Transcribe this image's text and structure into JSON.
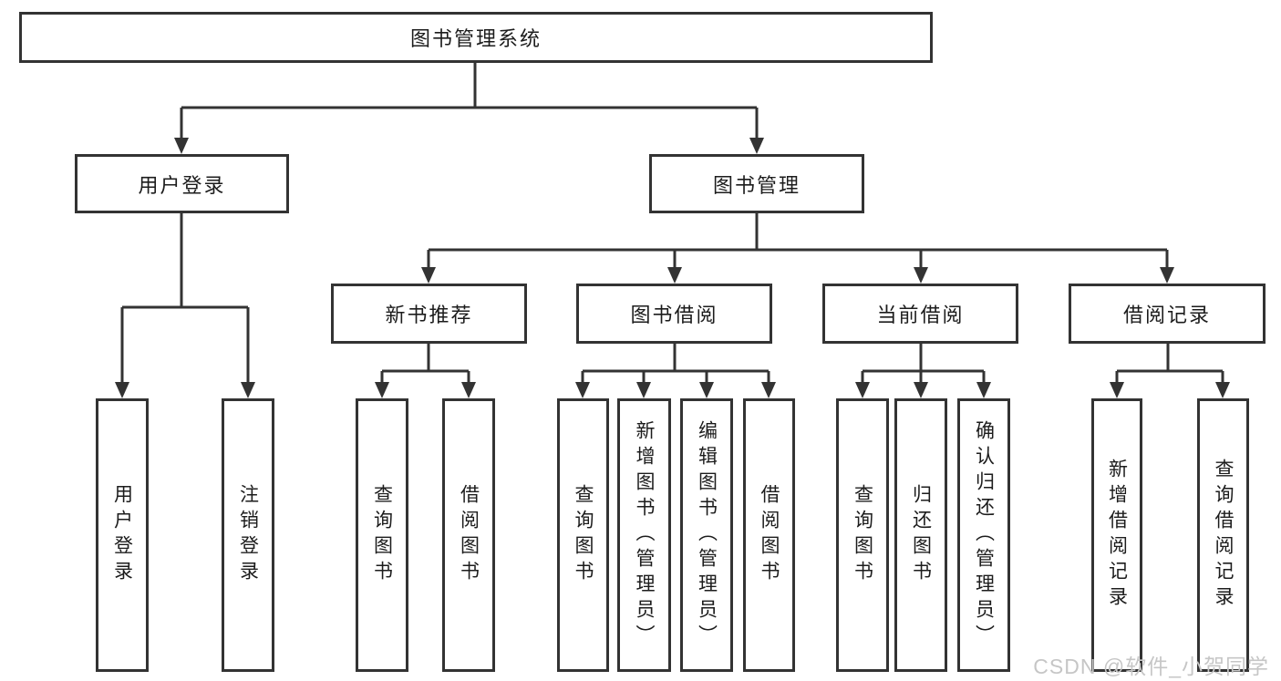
{
  "tree": {
    "label": "图书管理系统",
    "children": [
      {
        "label": "用户登录",
        "children": [
          {
            "label": "用户登录"
          },
          {
            "label": "注销登录"
          }
        ]
      },
      {
        "label": "图书管理",
        "children": [
          {
            "label": "新书推荐",
            "children": [
              {
                "label": "查询图书"
              },
              {
                "label": "借阅图书"
              }
            ]
          },
          {
            "label": "图书借阅",
            "children": [
              {
                "label": "查询图书"
              },
              {
                "label": "新增图书（管理员）"
              },
              {
                "label": "编辑图书（管理员）"
              },
              {
                "label": "借阅图书"
              }
            ]
          },
          {
            "label": "当前借阅",
            "children": [
              {
                "label": "查询图书"
              },
              {
                "label": "归还图书"
              },
              {
                "label": "确认归还（管理员）"
              }
            ]
          },
          {
            "label": "借阅记录",
            "children": [
              {
                "label": "新增借阅记录"
              },
              {
                "label": "查询借阅记录"
              }
            ]
          }
        ]
      }
    ]
  },
  "watermark": "CSDN @软件_小贺同学",
  "colors": {
    "line": "#333333",
    "text": "#1c1c1c",
    "watermark": "#c6c6c6",
    "background": "#ffffff"
  }
}
